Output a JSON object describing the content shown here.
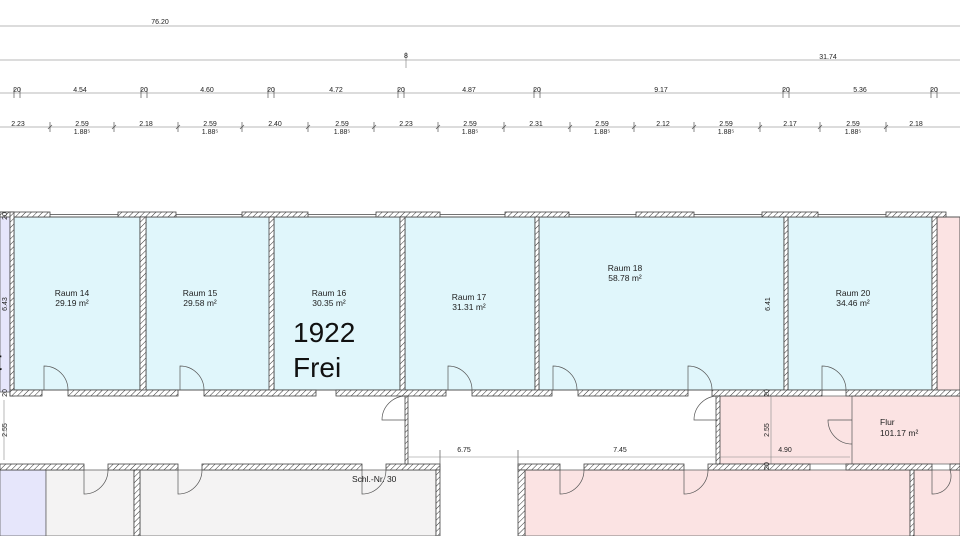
{
  "dimensions": {
    "total": "76.20",
    "partial": "31.74",
    "mid_tick": "8",
    "row2": [
      "20",
      "4.54",
      "20",
      "4.60",
      "20",
      "4.72",
      "20",
      "4.87",
      "20",
      "9.17",
      "20",
      "5.36",
      "20"
    ],
    "row3": [
      {
        "v": "2.23"
      },
      {
        "v": "2.59",
        "s": "1.88⁵"
      },
      {
        "v": "2.18"
      },
      {
        "v": "2.59",
        "s": "1.88⁵"
      },
      {
        "v": "2.40"
      },
      {
        "v": "2.59",
        "s": "1.88⁵"
      },
      {
        "v": "2.23"
      },
      {
        "v": "2.59",
        "s": "1.88⁵"
      },
      {
        "v": "2.31"
      },
      {
        "v": "2.59",
        "s": "1.88⁵"
      },
      {
        "v": "2.12"
      },
      {
        "v": "2.59",
        "s": "1.88⁵"
      },
      {
        "v": "2.17"
      },
      {
        "v": "2.59",
        "s": "1.88⁵"
      },
      {
        "v": "2.18"
      }
    ],
    "left_room_height": "6.43",
    "room18_height": "6.41",
    "corridor_height": "2.55",
    "corridor_height_right": "2.55",
    "corridor_len_1": "6.75",
    "corridor_len_2": "7.45",
    "corridor_len_3": "4.90",
    "small_marks": [
      "20",
      "20",
      "20",
      "20"
    ]
  },
  "rooms": [
    {
      "name": "Raum 14",
      "area": "29.19 m²"
    },
    {
      "name": "Raum 15",
      "area": "29.58 m²"
    },
    {
      "name": "Raum 16",
      "area": "30.35 m²"
    },
    {
      "name": "Raum 17",
      "area": "31.31 m²"
    },
    {
      "name": "Raum 18",
      "area": "58.78 m²"
    },
    {
      "name": "Raum 20",
      "area": "34.46 m²"
    }
  ],
  "flur": {
    "name": "Flur",
    "area": "101.17 m²"
  },
  "annotation": {
    "line1": "1922",
    "line2": "Frei"
  },
  "lock_label": "Schl.-Nr. 30",
  "edge_glyph": "t",
  "colors": {
    "room_fill": "#e0f6fb",
    "flur_fill": "#fbe3e3",
    "grey_fill": "#f4f3f3",
    "violet_fill": "#e6e6fb",
    "wall": "#555555"
  }
}
